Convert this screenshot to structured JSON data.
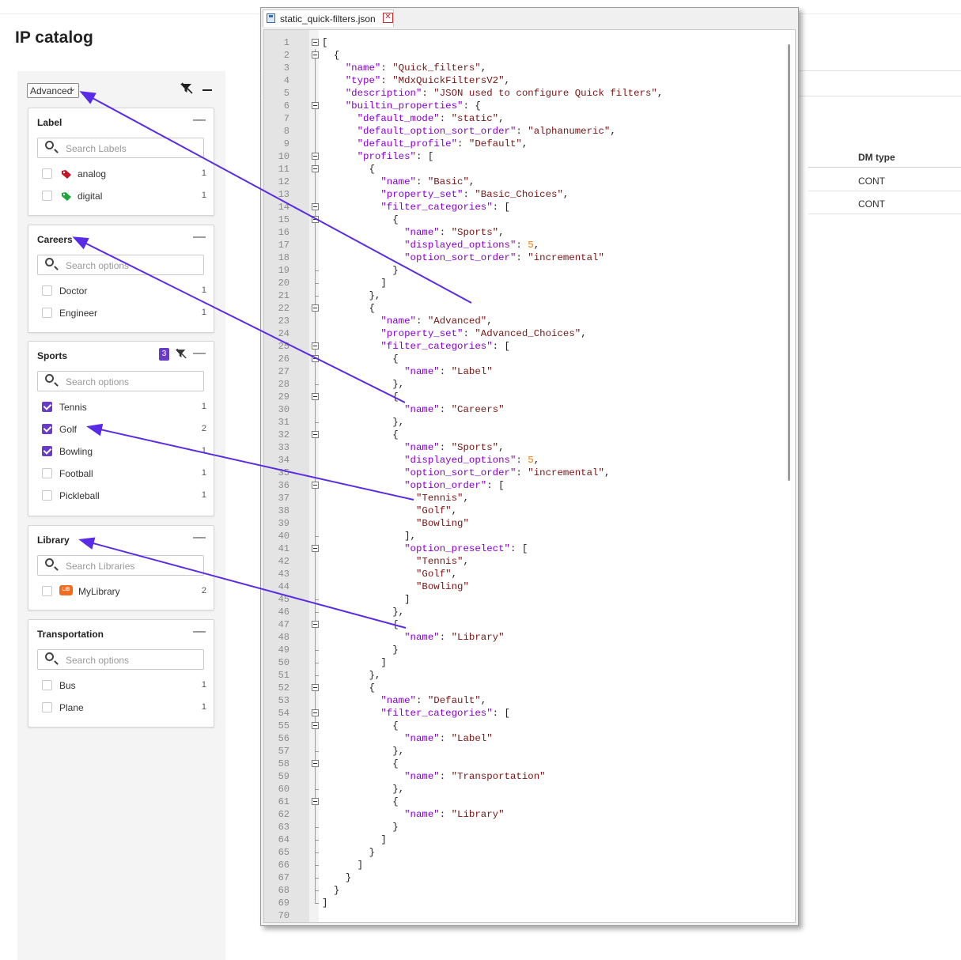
{
  "page": {
    "title": "IP catalog"
  },
  "background_table": {
    "column_header": "DM type",
    "rows": [
      "CONT",
      "CONT"
    ]
  },
  "sidebar": {
    "profile_select": "Advanced",
    "top_icons": [
      "filter-clear-icon",
      "collapse-all-icon"
    ],
    "cards": [
      {
        "title": "Label",
        "search_placeholder": "Search Labels",
        "options": [
          {
            "label": "analog",
            "count": "1",
            "checked": false,
            "tag_color": "#c0162a"
          },
          {
            "label": "digital",
            "count": "1",
            "checked": false,
            "tag_color": "#22a33d"
          }
        ]
      },
      {
        "title": "Careers",
        "search_placeholder": "Search options",
        "options": [
          {
            "label": "Doctor",
            "count": "1",
            "checked": false
          },
          {
            "label": "Engineer",
            "count": "1",
            "checked": false
          }
        ]
      },
      {
        "title": "Sports",
        "badge": "3",
        "search_placeholder": "Search options",
        "options": [
          {
            "label": "Tennis",
            "count": "1",
            "checked": true
          },
          {
            "label": "Golf",
            "count": "2",
            "checked": true
          },
          {
            "label": "Bowling",
            "count": "1",
            "checked": true
          },
          {
            "label": "Football",
            "count": "1",
            "checked": false
          },
          {
            "label": "Pickleball",
            "count": "1",
            "checked": false
          }
        ]
      },
      {
        "title": "Library",
        "search_placeholder": "Search Libraries",
        "options": [
          {
            "label": "MyLibrary",
            "count": "2",
            "checked": false,
            "badge_text": "LIB"
          }
        ]
      },
      {
        "title": "Transportation",
        "search_placeholder": "Search options",
        "options": [
          {
            "label": "Bus",
            "count": "1",
            "checked": false
          },
          {
            "label": "Plane",
            "count": "1",
            "checked": false
          }
        ]
      }
    ]
  },
  "editor": {
    "tab_label": "static_quick-filters.json",
    "code_lines": [
      "[",
      "  {",
      "    \"name\": \"Quick_filters\",",
      "    \"type\": \"MdxQuickFiltersV2\",",
      "    \"description\": \"JSON used to configure Quick filters\",",
      "    \"builtin_properties\": {",
      "      \"default_mode\": \"static\",",
      "      \"default_option_sort_order\": \"alphanumeric\",",
      "      \"default_profile\": \"Default\",",
      "      \"profiles\": [",
      "        {",
      "          \"name\": \"Basic\",",
      "          \"property_set\": \"Basic_Choices\",",
      "          \"filter_categories\": [",
      "            {",
      "              \"name\": \"Sports\",",
      "              \"displayed_options\": 5,",
      "              \"option_sort_order\": \"incremental\"",
      "            }",
      "          ]",
      "        },",
      "        {",
      "          \"name\": \"Advanced\",",
      "          \"property_set\": \"Advanced_Choices\",",
      "          \"filter_categories\": [",
      "            {",
      "              \"name\": \"Label\"",
      "            },",
      "            {",
      "              \"name\": \"Careers\"",
      "            },",
      "            {",
      "              \"name\": \"Sports\",",
      "              \"displayed_options\": 5,",
      "              \"option_sort_order\": \"incremental\",",
      "              \"option_order\": [",
      "                \"Tennis\",",
      "                \"Golf\",",
      "                \"Bowling\"",
      "              ],",
      "              \"option_preselect\": [",
      "                \"Tennis\",",
      "                \"Golf\",",
      "                \"Bowling\"",
      "              ]",
      "            },",
      "            {",
      "              \"name\": \"Library\"",
      "            }",
      "          ]",
      "        },",
      "        {",
      "          \"name\": \"Default\",",
      "          \"filter_categories\": [",
      "            {",
      "              \"name\": \"Label\"",
      "            },",
      "            {",
      "              \"name\": \"Transportation\"",
      "            },",
      "            {",
      "              \"name\": \"Library\"",
      "            }",
      "          ]",
      "        }",
      "      ]",
      "    }",
      "  }",
      "]",
      ""
    ],
    "fold_lines": [
      1,
      2,
      6,
      10,
      11,
      14,
      15,
      22,
      25,
      26,
      29,
      32,
      36,
      41,
      47,
      52,
      54,
      55,
      58,
      61
    ]
  },
  "colors": {
    "accent": "#6a3bc4",
    "annotation_arrow": "#5a2be6",
    "json_key": "#8800cc",
    "json_string": "#7a1414",
    "json_number": "#ff7b00"
  }
}
